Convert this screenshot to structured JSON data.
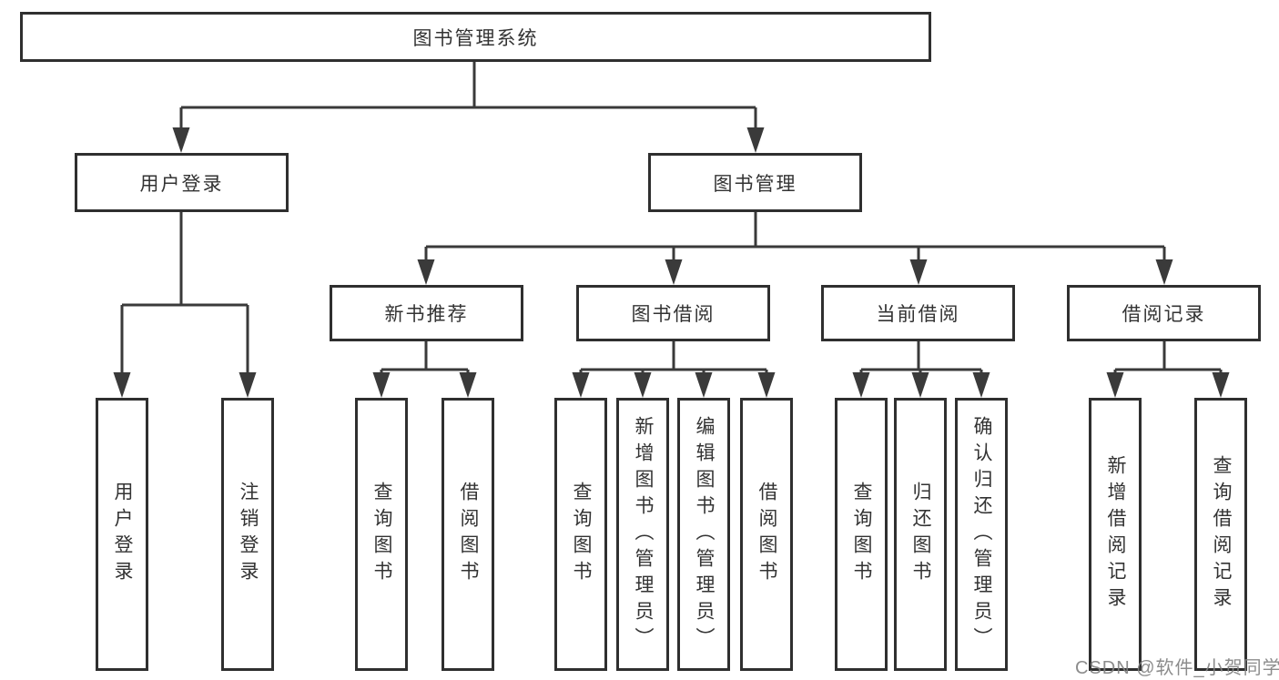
{
  "nodes": {
    "root": "图书管理系统",
    "user_login": "用户登录",
    "book_mgmt": "图书管理",
    "new_book_rec": "新书推荐",
    "book_borrow": "图书借阅",
    "current_borrow": "当前借阅",
    "borrow_record": "借阅记录"
  },
  "leaves": {
    "user_login": [
      "用户登录",
      "注销登录"
    ],
    "new_book_rec": [
      "查询图书",
      "借阅图书"
    ],
    "book_borrow": [
      "查询图书",
      "新增图书（管理员）",
      "编辑图书（管理员）",
      "借阅图书"
    ],
    "current_borrow": [
      "查询图书",
      "归还图书",
      "确认归还（管理员）"
    ],
    "borrow_record": [
      "新增借阅记录",
      "查询借阅记录"
    ]
  },
  "colors": {
    "line": "#3a3a3a",
    "border": "#2f2f2f",
    "text": "#333333",
    "watermark_gray": "#828282"
  },
  "watermark": "CSDN @软件_小贺同学"
}
